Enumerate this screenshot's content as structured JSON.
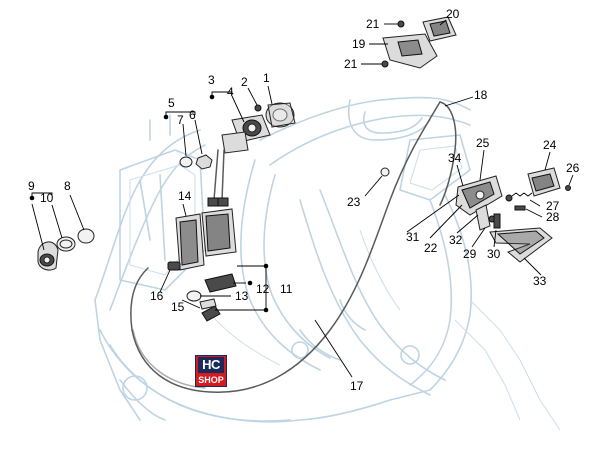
{
  "diagram": {
    "part_numbers": [
      "1",
      "2",
      "3",
      "4",
      "5",
      "6",
      "7",
      "8",
      "9",
      "10",
      "11",
      "12",
      "13",
      "14",
      "15",
      "16",
      "17",
      "18",
      "19",
      "20",
      "21",
      "21",
      "22",
      "23",
      "24",
      "25",
      "26",
      "27",
      "28",
      "29",
      "30",
      "31",
      "32",
      "33",
      "34"
    ]
  },
  "logo": {
    "top_text": "HC",
    "bottom_text": "SHOP",
    "bg_color": "#d71920",
    "top_color": "#1b2a5c"
  }
}
